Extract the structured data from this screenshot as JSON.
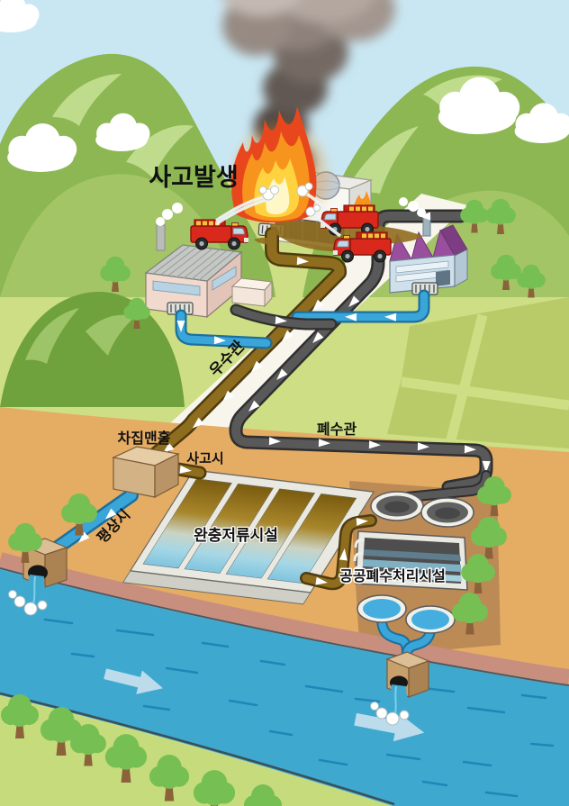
{
  "labels": {
    "accident": "사고발생",
    "rainwater_pipe": "우수관",
    "wastewater_pipe": "폐수관",
    "intercepting_manhole": "차집맨홀",
    "accident_route": "사고시",
    "normal_route": "평상시",
    "buffer_storage": "완충저류시설",
    "public_treatment": "공공폐수처리시설"
  },
  "colors": {
    "sky": "#c9e7f3",
    "mountain": "#8cb752",
    "mountain_front": "#6fa13c",
    "field": "#cede84",
    "farmland": "#b9cb69",
    "road": "#f8f5ec",
    "soil": "#e5ac63",
    "river": "#3fa8cf",
    "river_bank": "#c98f7e",
    "far_bank": "#c6db7c",
    "rainwater_pipe": "#8f6d1f",
    "wastewater_pipe": "#595959",
    "clean_water_pipe": "#3aa5d9",
    "fire_truck": "#d8291c",
    "flame_outer": "#e8471d",
    "flame_mid": "#f7941d",
    "flame_inner": "#ffd23f",
    "smoke_dark": "#4a4240",
    "smoke_light": "#c4b9b2",
    "tree": "#76bf52",
    "label_text": "#111111"
  }
}
